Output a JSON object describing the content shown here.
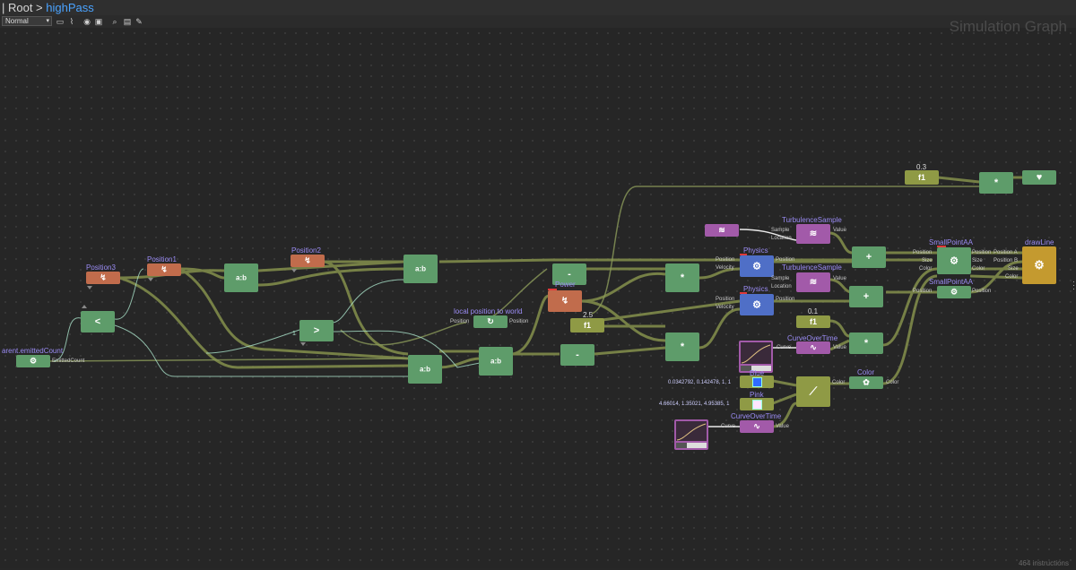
{
  "breadcrumb": {
    "prefix": "| Root > ",
    "current": "highPass"
  },
  "toolbar": {
    "mode": "Normal"
  },
  "graph_title": "Simulation Graph",
  "instructions": "464 instructions",
  "nodes": {
    "emitted_count": {
      "title": "arent.emittedCount",
      "out": "EmittedCount"
    },
    "position3": {
      "title": "Position3"
    },
    "position1": {
      "title": "Position1"
    },
    "position2": {
      "title": "Position2"
    },
    "less": {
      "symbol": "<"
    },
    "greater": {
      "symbol": ">",
      "value": "1"
    },
    "lerp1": {
      "symbol": "a:b"
    },
    "lerp2": {
      "symbol": "a:b"
    },
    "lerp3": {
      "symbol": "a:b"
    },
    "lerp4": {
      "symbol": "a:b"
    },
    "local_to_world": {
      "title": "local position to world",
      "in": "Position",
      "out": "Position"
    },
    "minus1": {
      "symbol": "-"
    },
    "minus2": {
      "symbol": "-"
    },
    "power": {
      "title": "Power"
    },
    "float_25": {
      "title": "2.5",
      "symbol": "f1"
    },
    "mult1": {
      "symbol": "*"
    },
    "mult2": {
      "symbol": "*"
    },
    "physics1": {
      "title": "Physics",
      "in1": "Position",
      "in2": "Velocity",
      "out": "Position"
    },
    "physics2": {
      "title": "Physics",
      "in1": "Position",
      "in2": "Velocity",
      "out": "Position"
    },
    "turbulence1": {
      "title": "TurbulenceSample",
      "in1": "Sample",
      "in2": "Location",
      "out": "Value"
    },
    "turbulence2": {
      "title": "TurbulenceSample",
      "in1": "Sample",
      "in2": "Location",
      "out": "Value"
    },
    "plus1": {
      "symbol": "+"
    },
    "plus2": {
      "symbol": "+"
    },
    "float_01": {
      "title": "0.1",
      "symbol": "f1"
    },
    "mult3": {
      "symbol": "*"
    },
    "curve1": {
      "title": "CurveOverTime",
      "in": "Curve",
      "out": "Value"
    },
    "curve2": {
      "title": "CurveOverTime",
      "in": "Curve",
      "out": "Value"
    },
    "blue": {
      "title": "Blue",
      "value": "0.0342792, 0.142478, 1, 1"
    },
    "pink": {
      "title": "Pink",
      "value": "4.66014, 1.35021, 4.95385, 1"
    },
    "color": {
      "title": "Color",
      "in": "Color",
      "out": "Color"
    },
    "spa1": {
      "title": "SmallPointAA",
      "in1": "Position",
      "in2": "Size",
      "in3": "Color",
      "out1": "Position",
      "out2": "Size",
      "out3": "Color"
    },
    "spa2": {
      "title": "SmallPointAA",
      "in1": "Position",
      "out1": "Position"
    },
    "drawline": {
      "title": "drawLine",
      "in1": "Position A",
      "in2": "Position B",
      "in3": "Size",
      "in4": "Color"
    },
    "float_03": {
      "title": "0.3",
      "symbol": "f1"
    },
    "mult4": {
      "symbol": "*"
    }
  },
  "colors": {
    "background": "#262626",
    "wire": "#7f8a4a",
    "calc": "#5e9c6a",
    "param": "#c16c4c",
    "physics": "#4f6fc7",
    "sampler": "#a25aa9",
    "output": "#c49a2f",
    "label": "#9b8cf5",
    "breadcrumb_link": "#4aa3ff"
  }
}
